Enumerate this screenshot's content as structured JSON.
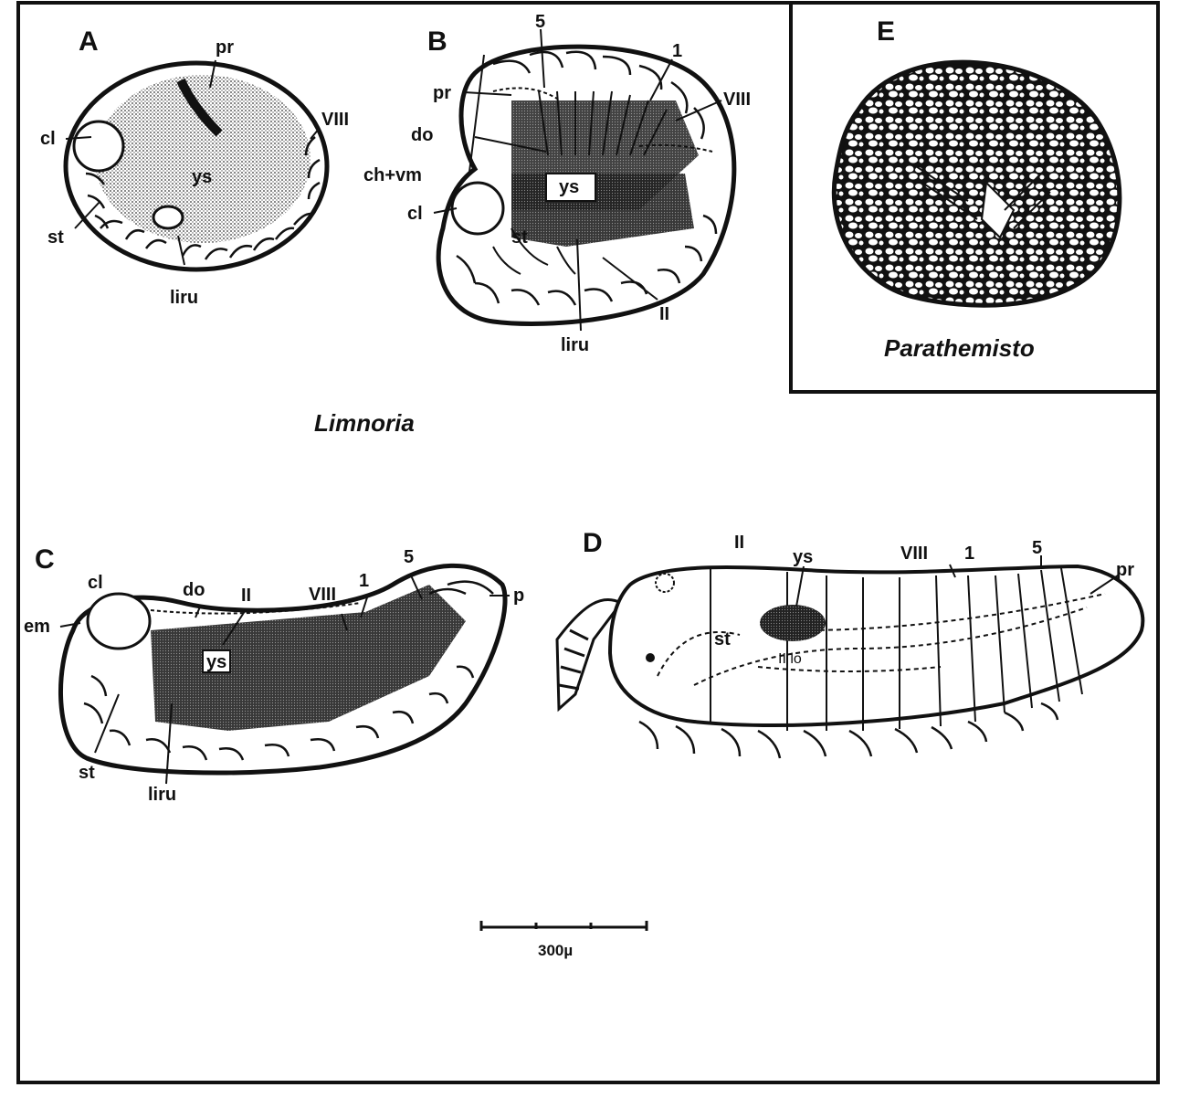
{
  "figure": {
    "panels": {
      "a": "A",
      "b": "B",
      "c": "C",
      "d": "D",
      "e": "E"
    },
    "titles": {
      "limnoria": "Limnoria",
      "parathemisto": "Parathemisto"
    },
    "scale_bar": {
      "label": "300µ"
    },
    "labels": {
      "a": {
        "pr": "pr",
        "viii": "VIII",
        "cl": "cl",
        "ys": "ys",
        "st": "st",
        "liru": "liru"
      },
      "b": {
        "n5": "5",
        "n1": "1",
        "pr": "pr",
        "viii": "VIII",
        "do": "do",
        "chvm": "ch+vm",
        "cl": "cl",
        "ys": "ys",
        "st": "st",
        "ii": "II",
        "liru": "liru"
      },
      "c": {
        "cl": "cl",
        "do": "do",
        "ii": "II",
        "viii": "VIII",
        "n1": "1",
        "n5": "5",
        "p": "p",
        "em": "em",
        "ys": "ys",
        "st": "st",
        "liru": "liru"
      },
      "d": {
        "ii": "II",
        "ys": "ys",
        "viii": "VIII",
        "n1": "1",
        "n5": "5",
        "pr": "pr",
        "st": "st",
        "iilo": "II lo"
      }
    }
  }
}
